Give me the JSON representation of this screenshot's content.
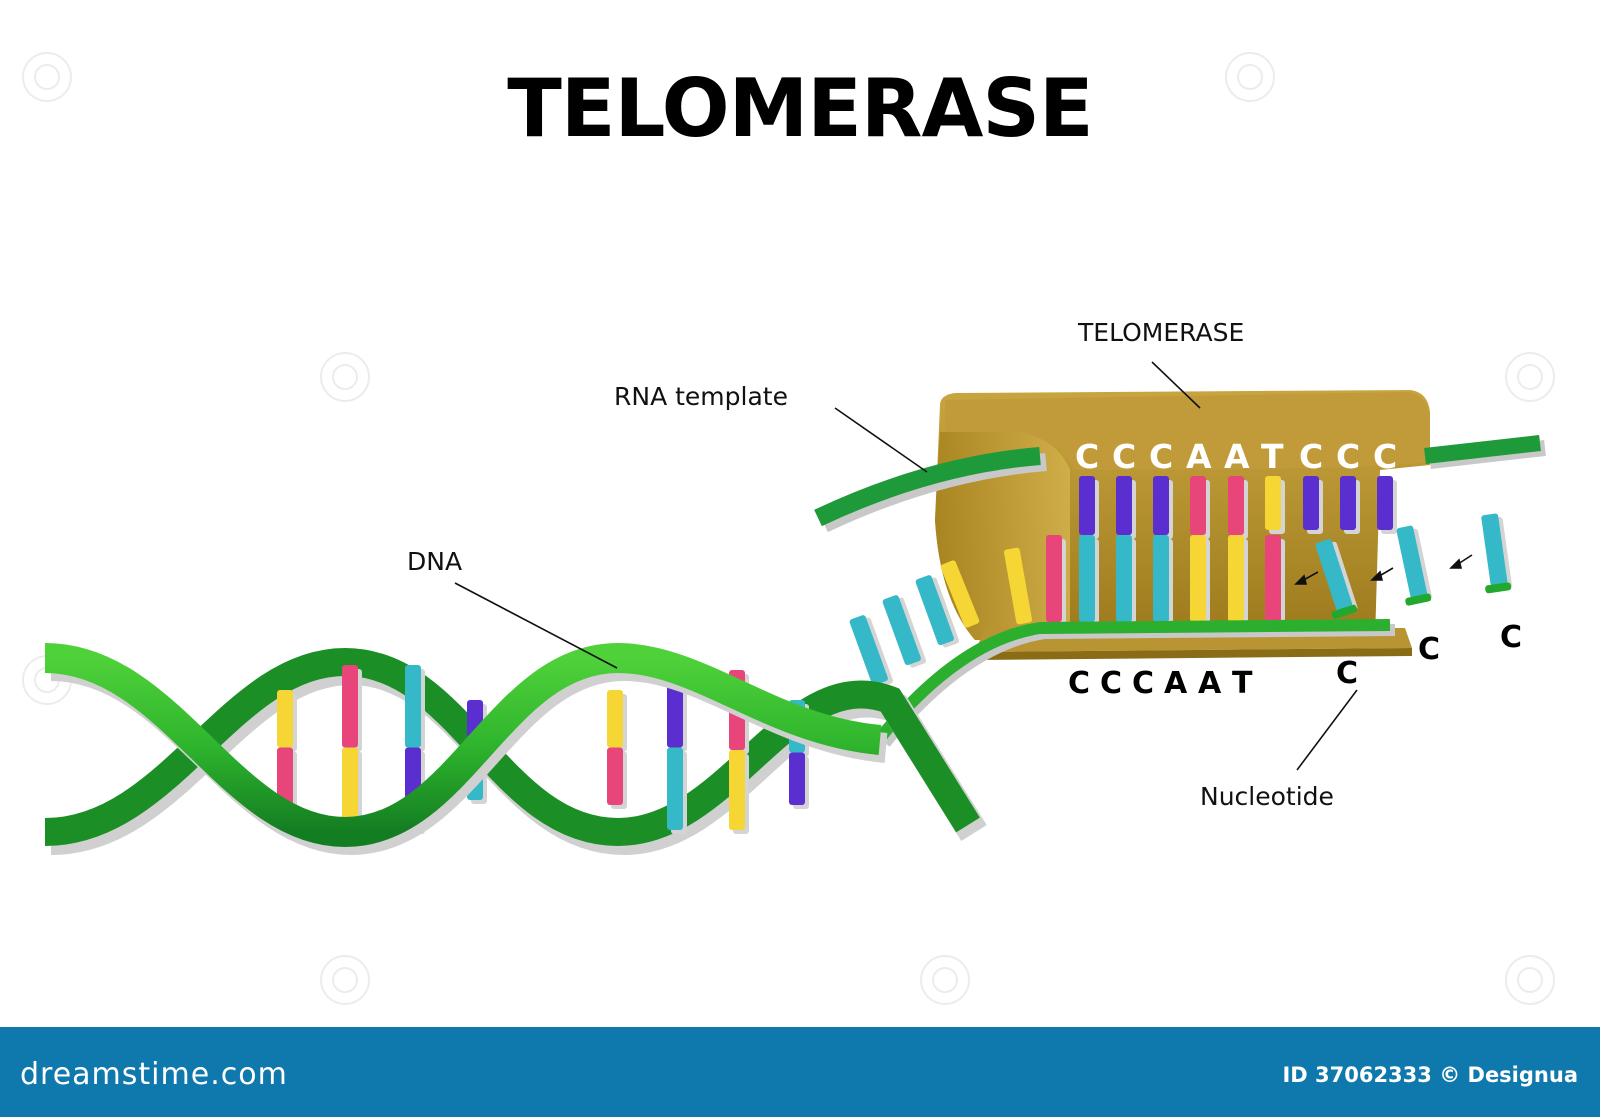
{
  "title": "TELOMERASE",
  "labels": {
    "telomerase": "TELOMERASE",
    "rna_template": "RNA template",
    "dna": "DNA",
    "nucleotide": "Nucleotide"
  },
  "rna_sequence": [
    "C",
    "C",
    "C",
    "A",
    "A",
    "T",
    "C",
    "C",
    "C"
  ],
  "dna_sequence": [
    "C",
    "C",
    "C",
    "A",
    "A",
    "T"
  ],
  "incoming_nucleotides": [
    "C",
    "C",
    "C"
  ],
  "footer": {
    "brand": "dreamstime.com",
    "id_text": "ID 37062333 © Designua"
  },
  "colors": {
    "strand_green": "#22a82d",
    "enzyme_gold": "#b8942a",
    "base_yellow": "#f5d634",
    "base_pink": "#e8457a",
    "base_cyan": "#35b8c8",
    "base_purple": "#5b2fcf",
    "footer_blue": "#0f78ac"
  }
}
